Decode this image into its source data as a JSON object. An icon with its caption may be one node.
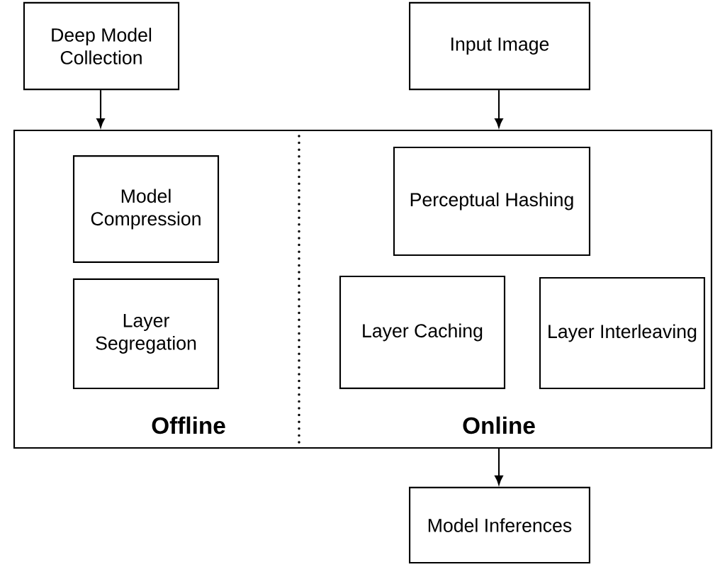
{
  "diagram": {
    "nodes": [
      {
        "text": [
          "Deep Model Collection"
        ]
      },
      {
        "text": [
          "Input Image"
        ]
      },
      {
        "text": [
          "Offline",
          "Online"
        ]
      },
      {
        "text": [
          "Model Compression"
        ],
        "in": 2
      },
      {
        "text": [
          "Layer Segregation"
        ],
        "in": 2
      },
      {
        "text": [
          "Perceptual Hashing"
        ],
        "in": 2
      },
      {
        "text": [
          "Layer Caching"
        ],
        "in": 2
      },
      {
        "text": [
          "Layer Interleaving"
        ],
        "in": 2
      },
      {
        "text": [
          "Model Inferences"
        ]
      }
    ],
    "edges": [
      {
        "from": 0,
        "to": 2,
        "arrow": "to"
      },
      {
        "from": 1,
        "to": 2,
        "arrow": "to"
      },
      {
        "from": 2,
        "to": 8,
        "arrow": "to"
      }
    ]
  }
}
